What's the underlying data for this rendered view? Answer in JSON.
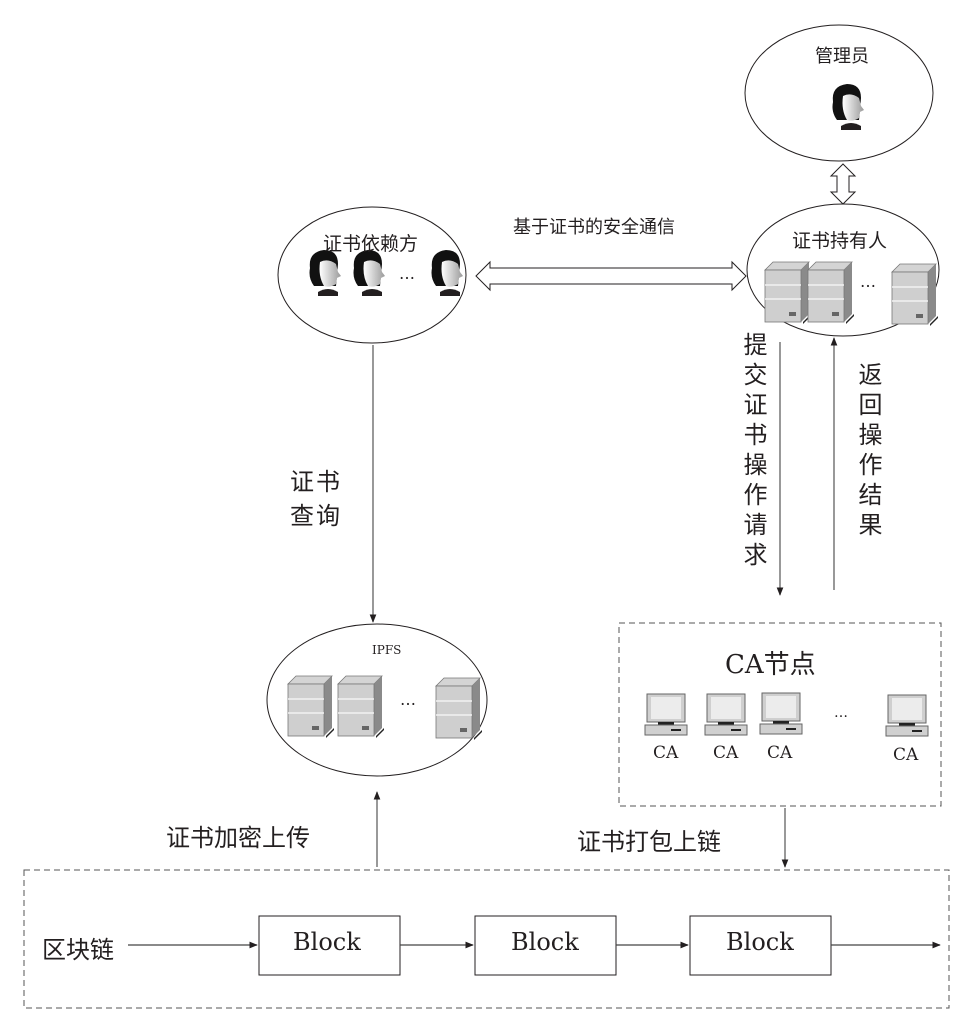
{
  "nodes": {
    "admin": {
      "label": "管理员",
      "icon": "person-icon"
    },
    "relying_party": {
      "label": "证书依赖方",
      "icon": "person-icon",
      "ellipsis": "…"
    },
    "holder": {
      "label": "证书持有人",
      "icon": "server-icon",
      "ellipsis": "…"
    },
    "ipfs": {
      "label": "IPFS",
      "icon": "server-icon",
      "ellipsis": "…"
    },
    "ca_group": {
      "label": "CA节点",
      "icon": "computer-icon",
      "items": [
        "CA",
        "CA",
        "CA",
        "CA"
      ],
      "ellipsis": "…"
    },
    "blockchain": {
      "label": "区块链",
      "blocks": [
        "Block",
        "Block",
        "Block"
      ]
    }
  },
  "edges": {
    "secure_comm": "基于证书的安全通信",
    "cert_query": "证书查询",
    "submit_request": "提交证书操作请求",
    "return_result": "返回操作结果",
    "encrypt_upload": "证书加密上传",
    "package_chain": "证书打包上链"
  }
}
